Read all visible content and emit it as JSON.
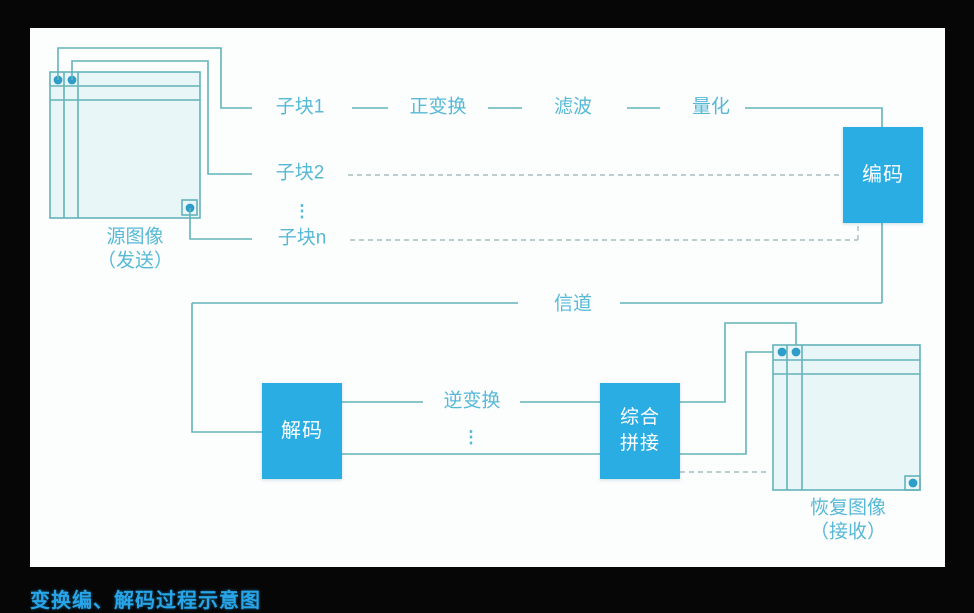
{
  "caption": "变换编、解码过程示意图",
  "colors": {
    "bg": "#060606",
    "canvas": "#fcfdfd",
    "line": "#63b3b9",
    "dash": "#a9bfc2",
    "label": "#57b9d6",
    "accent": "#29ade3",
    "block-fill": "#e9f6f7",
    "dot": "#2f9dc9",
    "caption": "#28a5e8"
  },
  "diagram": {
    "source_image_label": "源图像\n（发送）",
    "restored_image_label": "恢复图像\n（接收）",
    "subblock1": "子块1",
    "subblock2": "子块2",
    "subblockn": "子块n",
    "ellipsis_top": "⋮",
    "ellipsis_bottom": "⋮",
    "forward_transform": "正变换",
    "filter": "滤波",
    "quantize": "量化",
    "encoder": "编码",
    "channel": "信道",
    "decoder": "解码",
    "inverse_transform": "逆变换",
    "merge": "综合\n拼接"
  }
}
